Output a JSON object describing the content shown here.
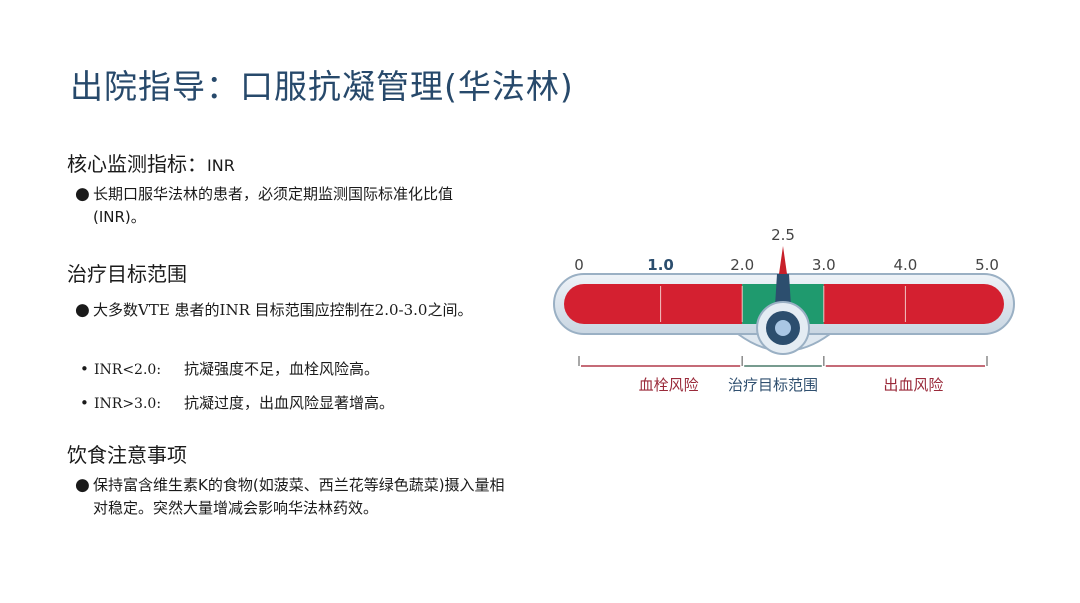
{
  "title": "出院指导：口服抗凝管理(华法林)",
  "section1": {
    "heading": "核心监测指标：",
    "heading_suffix": "INR",
    "bullet": "●",
    "text": "长期口服华法林的患者，必须定期监测国际标准化比值 (INR)。"
  },
  "section2": {
    "heading": "治疗目标范围",
    "bullet": "●",
    "text": "大多数VTE 患者的INR 目标范围应控制在2.0-3.0之间。",
    "items": [
      {
        "code": "INR<2.0:",
        "text": "抗凝强度不足，血栓风险高。"
      },
      {
        "code": "INR>3.0:",
        "text": "抗凝过度，出血风险显著增高。"
      }
    ]
  },
  "section3": {
    "heading": "饮食注意事项",
    "bullet": "●",
    "text": "保持富含维生素K的食物(如菠菜、西兰花等绿色蔬菜)摄入量相对稳定。突然大量增减会影响华法林药效。"
  },
  "gauge": {
    "ticks": [
      "0",
      "1.0",
      "2.0",
      "3.0",
      "4.0",
      "5.0"
    ],
    "tick_values": [
      0,
      1,
      2,
      3,
      4,
      5
    ],
    "range": [
      0,
      5
    ],
    "target_range": [
      2.0,
      3.0
    ],
    "needle_value": 2.5,
    "needle_label": "2.5",
    "zones": [
      {
        "label": "血栓风险",
        "color": "#d42030",
        "label_color": "#9a2a3a"
      },
      {
        "label": "治疗目标范围",
        "color": "#1f9a6e",
        "label_color": "#2f4f6f"
      },
      {
        "label": "出血风险",
        "color": "#d42030",
        "label_color": "#9a2a3a"
      }
    ]
  },
  "colors": {
    "title": "#27496b",
    "danger": "#d42030",
    "safe": "#1f9a6e",
    "tube_border": "#9ab0c4",
    "needle_red": "#c8202a",
    "needle_blue": "#2c4e6e"
  }
}
